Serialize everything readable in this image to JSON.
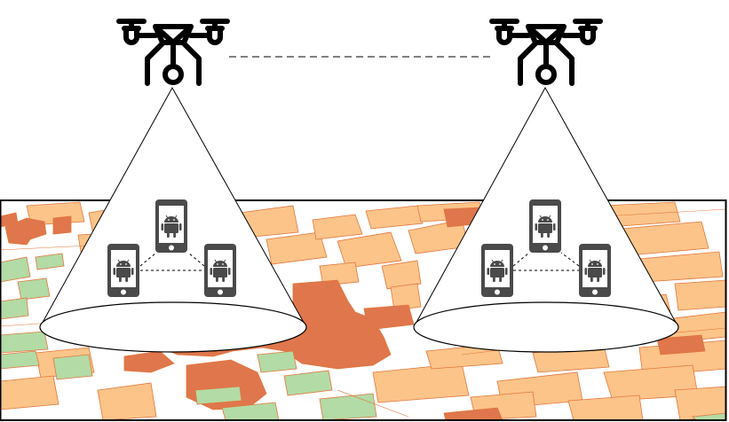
{
  "diagram": {
    "drones": [
      {
        "id": "drone-left",
        "icon": "drone-icon"
      },
      {
        "id": "drone-right",
        "icon": "drone-icon"
      }
    ],
    "link": {
      "style": "dashed",
      "icon": "connection-line"
    },
    "coverage_cones": [
      {
        "id": "cone-left",
        "devices": 3,
        "device_icon": "android-phone-icon"
      },
      {
        "id": "cone-right",
        "devices": 3,
        "device_icon": "android-phone-icon"
      }
    ],
    "background": {
      "type": "city-map",
      "icon": "map-tile"
    },
    "colors": {
      "map_tan": "#fcc489",
      "map_orange": "#e0764c",
      "map_green": "#b3dba5",
      "map_outline": "#e1763c",
      "drone": "#000000",
      "phone": "#4a4a4a"
    }
  }
}
